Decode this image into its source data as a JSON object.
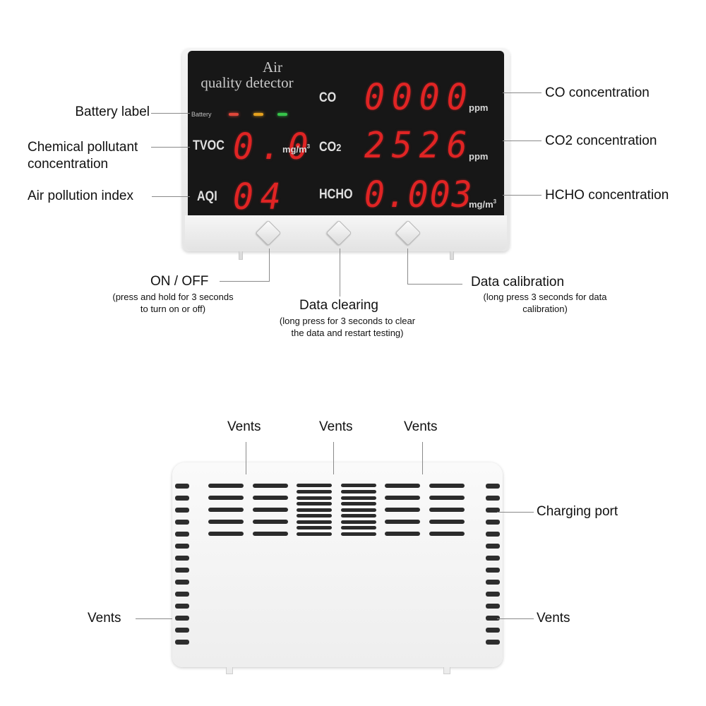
{
  "front_device": {
    "screen": {
      "title_line1": "Air",
      "title_line2": "quality detector",
      "battery_label": "Battery",
      "battery_leds": [
        {
          "state": "red",
          "color": "#e0473a"
        },
        {
          "state": "amber",
          "color": "#e6a21e"
        },
        {
          "state": "green",
          "color": "#36c44a"
        }
      ],
      "readings": {
        "tvoc": {
          "label": "TVOC",
          "value": "0.0",
          "unit": "mg/m",
          "unit_sup": "3"
        },
        "aqi": {
          "label": "AQI",
          "value": "04"
        },
        "co": {
          "label": "CO",
          "value": "0000",
          "unit": "ppm"
        },
        "co2": {
          "label": "CO2",
          "label_main": "CO",
          "label_sub": "2",
          "value": "2526",
          "unit": "ppm"
        },
        "hcho": {
          "label": "HCHO",
          "value": "0.003",
          "unit": "mg/m",
          "unit_sup": "3"
        }
      },
      "digit_color": "#e02424",
      "screen_color": "#171717"
    },
    "buttons": [
      {
        "id": "power",
        "icon": "diamond-button"
      },
      {
        "id": "clear",
        "icon": "diamond-button"
      },
      {
        "id": "calibrate",
        "icon": "diamond-button"
      }
    ]
  },
  "callouts_front": {
    "battery_label": "Battery label",
    "chemical_line1": "Chemical pollutant",
    "chemical_line2": "concentration",
    "air_pollution_index": "Air pollution index",
    "co_concentration": "CO concentration",
    "co2_concentration": "CO2 concentration",
    "hcho_concentration": "HCHO concentration"
  },
  "callouts_buttons": {
    "on_off": {
      "title": "ON / OFF",
      "line1": "(press and hold for 3 seconds",
      "line2": "to turn on or off)"
    },
    "data_clearing": {
      "title": "Data clearing",
      "line1": "(long press for 3 seconds to clear",
      "line2": "the data and restart testing)"
    },
    "data_calibration": {
      "title": "Data calibration",
      "line1": "(long press 3 seconds for data",
      "line2": "calibration)"
    }
  },
  "callouts_back": {
    "top_vents": [
      "Vents",
      "Vents",
      "Vents"
    ],
    "charging_port": "Charging port",
    "left_vents": "Vents",
    "right_vents": "Vents"
  }
}
